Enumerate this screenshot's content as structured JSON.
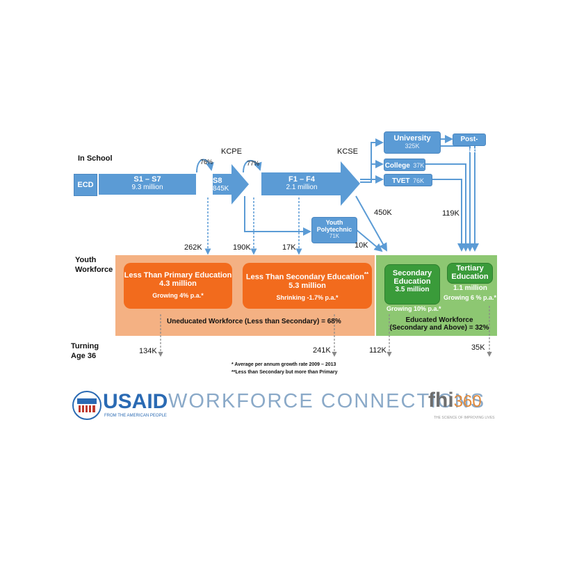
{
  "rows": {
    "in_school": "In School",
    "youth_workforce": [
      "Youth",
      "Workforce"
    ],
    "turning": [
      "Turning",
      "Age 36"
    ]
  },
  "exams": {
    "kcpe": "KCPE",
    "kcse": "KCSE"
  },
  "percent_labels": {
    "s7_to_s8": "76%",
    "s8_to_f1": "77%"
  },
  "school": {
    "ecd": "ECD",
    "s1_s7": {
      "label": "S1 – S7",
      "value": "9.3 million"
    },
    "s8": {
      "label": "S8",
      "value": "845K"
    },
    "f1_f4": {
      "label": "F1 – F4",
      "value": "2.1 million"
    },
    "university": {
      "label": "University",
      "value": "325K"
    },
    "postgrad": {
      "label": "Post-Grad"
    },
    "college": {
      "label": "College",
      "value": "37K"
    },
    "tvet": {
      "label": "TVET",
      "value": "76K"
    },
    "youth_poly": {
      "label": [
        "Youth",
        "Polytechnic"
      ],
      "value": "71K"
    }
  },
  "flows": {
    "f262": "262K",
    "f190": "190K",
    "f17": "17K",
    "f10": "10K",
    "f450": "450K",
    "f119": "119K"
  },
  "workforce": {
    "less_primary": {
      "title": "Less Than Primary Education",
      "value": "4.3 million",
      "growth": "Growing  4% p.a.*"
    },
    "less_secondary": {
      "title": "Less Than Secondary Education",
      "sup": "**",
      "value": "5.3 million",
      "growth": "Shrinking -1.7% p.a.*"
    },
    "uneducated": "Uneducated Workforce (Less than Secondary) = 68%",
    "secondary": {
      "title": [
        "Secondary",
        "Education"
      ],
      "value": "3.5 million",
      "growth": "Growing 10% p.a.*"
    },
    "tertiary": {
      "title": [
        "Tertiary",
        "Education"
      ],
      "value": "1.1 million",
      "growth": "Growing 6 % p.a.*"
    },
    "educated": [
      "Educated Workforce",
      "(Secondary and Above) = 32%"
    ]
  },
  "turning36": {
    "t134": "134K",
    "t241": "241K",
    "t112": "112K",
    "t35": "35K"
  },
  "footnotes": [
    "* Average per annum growth rate 2009 – 2013",
    "**Less than Secondary but more than Primary"
  ],
  "logos": {
    "usaid": "USAID",
    "usaid_tag": "FROM THE AMERICAN PEOPLE",
    "wc": "WORKFORCE CONNECTIONS",
    "fhi": "fhi",
    "fhi_num": "360",
    "fhi_tag": "THE SCIENCE OF IMPROVING LIVES"
  },
  "colors": {
    "blue": "#5b9bd5",
    "orange": "#f26b1d",
    "light_orange": "#f4b183",
    "green": "#3a9b3a",
    "light_green": "#8dc772"
  }
}
